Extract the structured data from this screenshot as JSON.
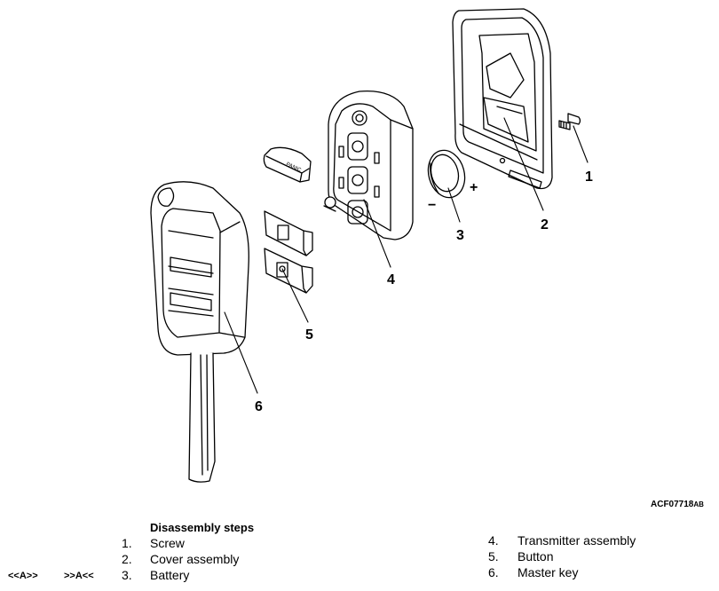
{
  "callouts": [
    "1",
    "2",
    "3",
    "4",
    "5",
    "6"
  ],
  "battery_polarity": {
    "plus": "+",
    "minus": "−"
  },
  "button_text": "PANIC",
  "figure_id": {
    "main": "ACF07718",
    "suffix": "AB"
  },
  "steps_title": "Disassembly steps",
  "steps": [
    {
      "num": "1.",
      "label": "Screw"
    },
    {
      "num": "2.",
      "label": "Cover assembly"
    },
    {
      "num": "3.",
      "label": "Battery",
      "refs": [
        "<<A>>",
        ">>A<<"
      ]
    },
    {
      "num": "4.",
      "label": "Transmitter assembly"
    },
    {
      "num": "5.",
      "label": "Button"
    },
    {
      "num": "6.",
      "label": "Master key"
    }
  ]
}
